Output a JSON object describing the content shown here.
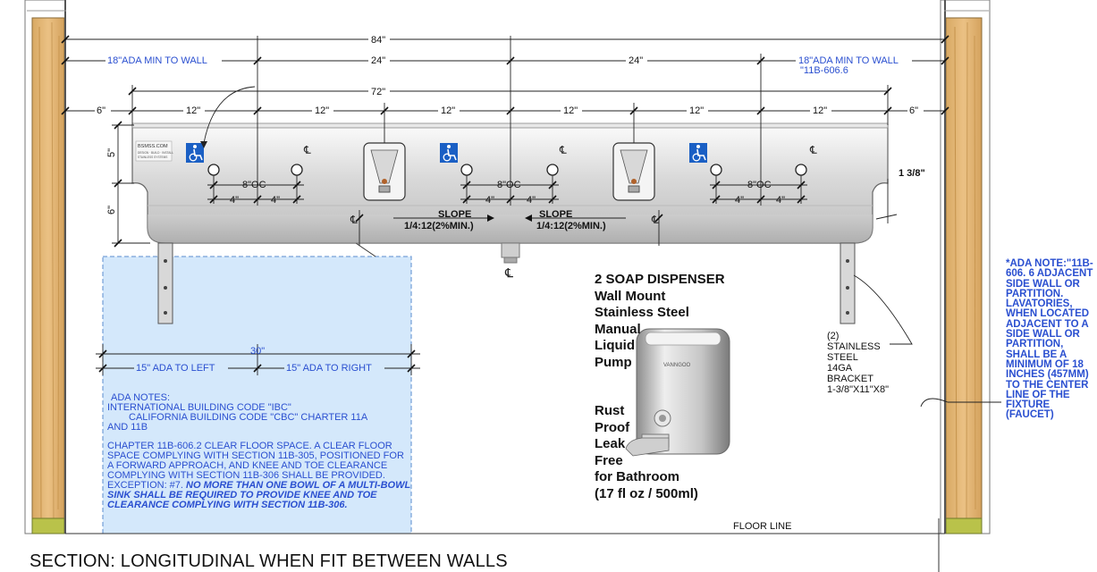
{
  "dimensions": {
    "overall": "84\"",
    "ada_left": "18\"ADA MIN TO WALL",
    "ada_right": "18\"ADA MIN TO WALL",
    "ada_right_ref": "\"11B-606.6",
    "spacing_left": "24\"",
    "spacing_right": "24\"",
    "sink_length": "72\"",
    "end_left": "6\"",
    "end_right": "6\"",
    "twelve": "12\"",
    "eight_oc": "8\"OC",
    "four": "4\"",
    "five": "5\"",
    "six": "6\"",
    "lip": "1 3/8\"",
    "clear_width": "30\"",
    "ada_to_left": "15\" ADA TO LEFT",
    "ada_to_right": "15\" ADA TO RIGHT"
  },
  "slope": {
    "left_label": "SLOPE",
    "left_value": "1/4:12(2%MIN.)",
    "right_label": "SLOPE",
    "right_value": "1/4:12(2%MIN.)"
  },
  "centerline": "℄",
  "ada_notes": {
    "heading": "ADA NOTES:",
    "codes_1": "INTERNATIONAL BUILDING CODE \"IBC\"",
    "codes_2": "CALIFORNIA BUILDING CODE \"CBC\" CHARTER 11A",
    "codes_3": "AND 11B",
    "chapter": "CHAPTER 11B-606.2 CLEAR FLOOR SPACE. A CLEAR FLOOR SPACE COMPLYING WITH SECTION 11B-305, POSITIONED FOR A FORWARD APPROACH, AND KNEE AND TOE CLEARANCE COMPLYING WITH SECTION 11B-306 SHALL BE PROVIDED. EXCEPTION: #7.",
    "exception": "NO MORE THAN ONE BOWL OF A MULTI-BOWL SINK SHALL BE REQUIRED TO PROVIDE KNEE AND TOE CLEARANCE COMPLYING WITH SECTION 11B-306."
  },
  "soap": {
    "line1": "2 SOAP DISPENSER",
    "line2": "Wall Mount",
    "line3": "Stainless Steel",
    "line4": "Manual",
    "line5": "Liquid",
    "line6": "Pump",
    "line7": "Rust",
    "line8": "Proof",
    "line9": "Leak",
    "line10": "Free",
    "line11": "for Bathroom",
    "line12": "(17 fl oz / 500ml)",
    "brand": "VANNGOO"
  },
  "bracket": {
    "qty": "(2)",
    "line1": "STAINLESS",
    "line2": "STEEL",
    "line3": "14GA",
    "line4": "BRACKET",
    "line5": "1-3/8\"X11\"X8\""
  },
  "right_note": "*ADA NOTE:\"11B-606. 6 ADJACENT SIDE WALL OR PARTITION. LAVATORIES, WHEN LOCATED ADJACENT TO A SIDE WALL OR PARTITION, SHALL BE A MINIMUM OF 18 INCHES (457MM) TO THE CENTER LINE OF THE FIXTURE (FAUCET)",
  "floor_line": "FLOOR LINE",
  "section_title": "SECTION: LONGITUDINAL WHEN FIT BETWEEN WALLS",
  "label_plate": {
    "brand": "BSMSS.COM",
    "line1": "DESIGN · BUILD · INSTALL",
    "line2": "STAINLESS SYSTEMS"
  },
  "colors": {
    "wood": "#e2b574",
    "wood_dark": "#b88947",
    "note_blue": "#2a4fd0",
    "clear_floor": "#d4e8fb",
    "steel_light": "#f2f2f2",
    "steel_dark": "#9a9a9a",
    "ada_icon": "#1a5fc4",
    "base_green": "#b9c24a"
  }
}
